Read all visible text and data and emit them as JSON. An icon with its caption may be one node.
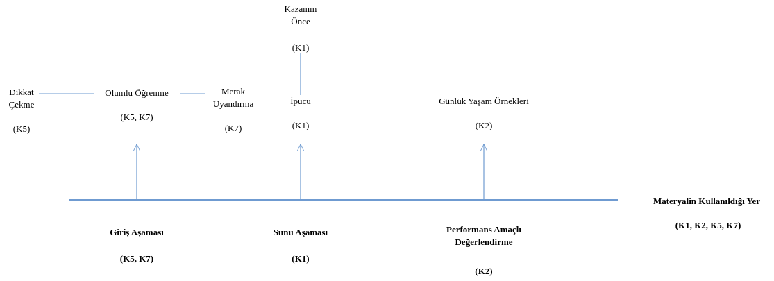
{
  "diagram": {
    "nodes": [
      {
        "text": [
          "Kazanım Önce",
          "(K1)"
        ]
      },
      {
        "text": [
          "Dikkat Çekme",
          "(K5)"
        ]
      },
      {
        "text": [
          "Olumlu Öğrenme",
          "(K5, K7)"
        ]
      },
      {
        "text": [
          "Merak Uyandırma",
          "(K7)"
        ]
      },
      {
        "text": [
          "İpucu",
          "(K1)"
        ]
      },
      {
        "text": [
          "Günlük Yaşam Örnekleri",
          "(K2)"
        ]
      },
      {
        "text": [],
        "shape": "bar"
      }
    ],
    "edges": [
      {
        "from": 1,
        "to": 2,
        "arrow": "none"
      },
      {
        "from": 2,
        "to": 3,
        "arrow": "none"
      },
      {
        "from": 0,
        "to": 4,
        "arrow": "none"
      },
      {
        "from": 6,
        "to": 2,
        "arrow": "to"
      },
      {
        "from": 6,
        "to": 4,
        "arrow": "to"
      },
      {
        "from": 6,
        "to": 5,
        "arrow": "to"
      }
    ],
    "labels": [
      "Materyalin Kullanıldığı Yer",
      "(K1, K2, K5, K7)",
      "Giriş Aşaması",
      "Sunu Aşaması",
      "Performans Amaçlı Değerlendirme",
      "(K5, K7)",
      "(K1)",
      "(K2)"
    ]
  }
}
